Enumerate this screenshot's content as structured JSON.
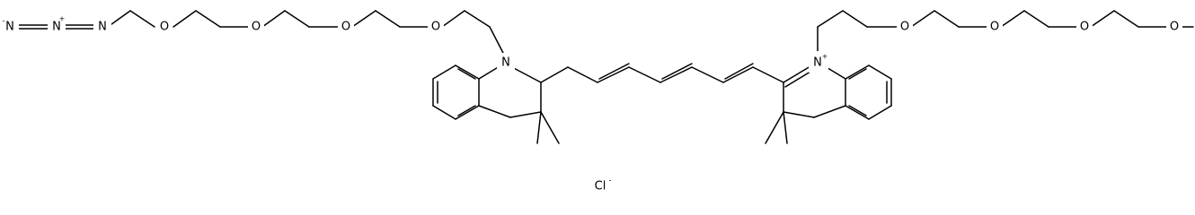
{
  "molecule": {
    "atoms": {
      "N1": "N",
      "N1_charge": "+",
      "N2": "N",
      "N_azide_a": "N",
      "N_azide_a_charge": "-",
      "N_azide_b": "N",
      "N_azide_b_charge": "+",
      "N_azide_c": "N",
      "ethers": [
        "O",
        "O",
        "O",
        "O",
        "O",
        "O",
        "O",
        "O"
      ],
      "counterion": "Cl",
      "counterion_charge": "-"
    }
  }
}
